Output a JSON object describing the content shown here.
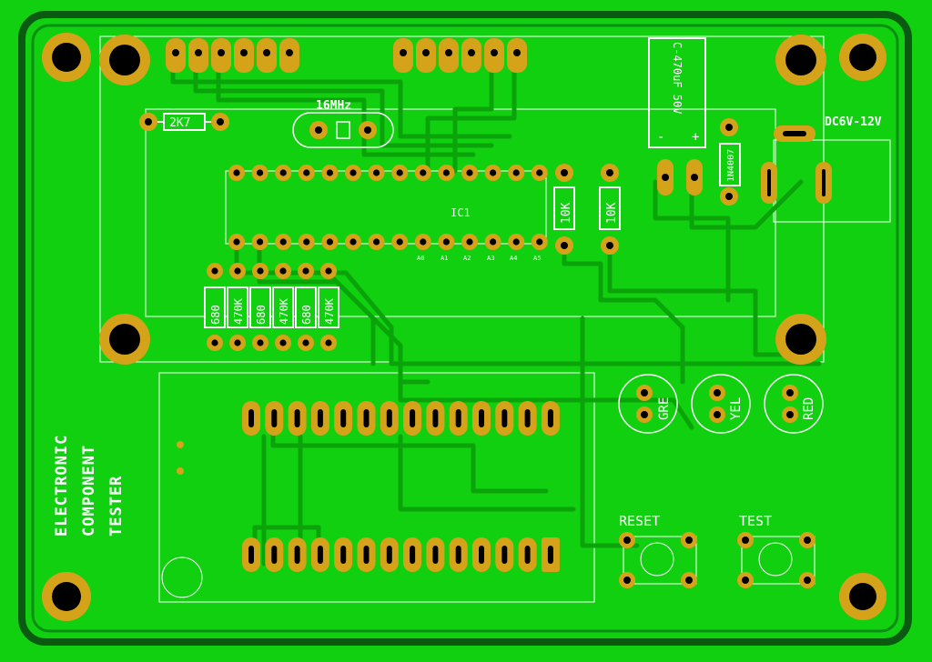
{
  "board": {
    "title_lines": [
      "ELECTRONIC",
      "COMPONENT",
      "TESTER"
    ],
    "colors": {
      "background": "#10d010",
      "copper": "#0bb80b",
      "pad": "#d4a31a",
      "silk": "#ffffff",
      "outline": "#0a6d14"
    }
  },
  "labels": {
    "crystal": "16MHz",
    "resistor_top": "2K7",
    "capacitor": "C-470uF 50V",
    "capacitor_neg": "-",
    "capacitor_pos": "+",
    "diode": "1N4007",
    "dc_jack": "DC6V-12V",
    "ic": "IC1",
    "r_10k_a": "10K",
    "r_10k_b": "10K",
    "lower_res": [
      "680",
      "470K",
      "680",
      "470K",
      "680",
      "470K"
    ],
    "led_green": "GRE",
    "led_yellow": "YEL",
    "led_red": "RED",
    "reset": "RESET",
    "test": "TEST",
    "ic_bottom_pins": [
      "A0",
      "A1",
      "A2",
      "A3",
      "A4",
      "A5"
    ]
  }
}
